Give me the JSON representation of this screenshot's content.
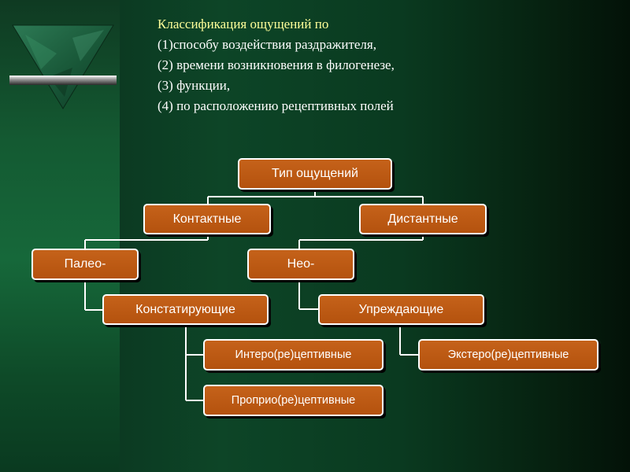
{
  "heading": {
    "line1": "Классификация ощущений по",
    "line2": "(1)способу воздействия раздражителя,",
    "line3": "(2) времени возникновения в филогенезе,",
    "line4": "(3) функции,",
    "line5": "(4) по расположению рецептивных  полей"
  },
  "tree": {
    "root": "Тип ощущений",
    "contact": "Контактные",
    "distant": "Дистантные",
    "paleo": "Палео-",
    "neo": "Нео-",
    "constating": "Констатирующие",
    "anticipating": "Упреждающие",
    "intero": "Интеро(ре)цептивные",
    "proprio": "Проприо(ре)цептивные",
    "extero": "Экстеро(ре)цептивные"
  },
  "colors": {
    "node_fill": "#b9560f",
    "node_border": "#ffffff",
    "heading_highlight": "#ffff99",
    "background_green": "#145a32"
  },
  "icons": {
    "logo": "green-marble-triangle-icon"
  }
}
